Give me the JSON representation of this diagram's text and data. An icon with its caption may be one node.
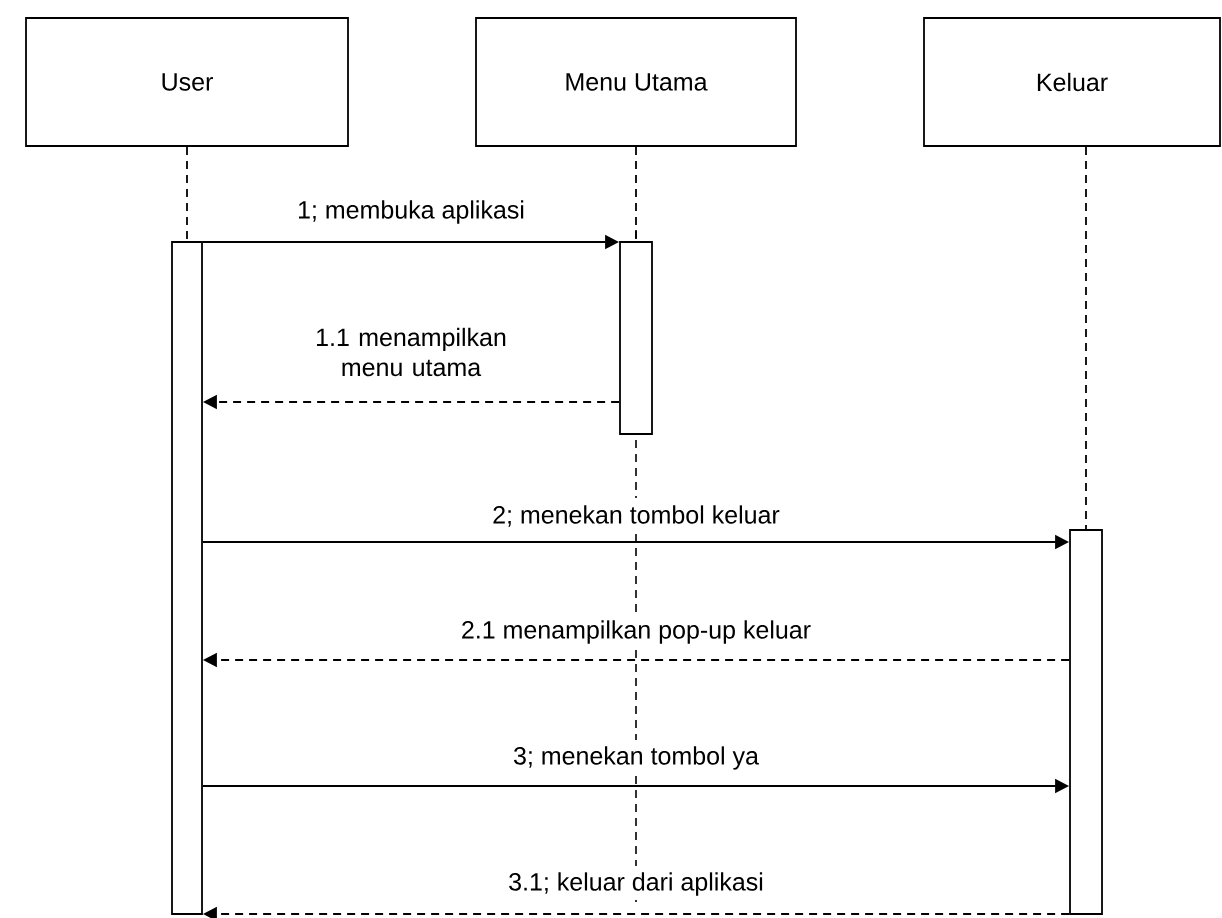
{
  "diagram": {
    "nodes": [
      {
        "text": [
          "User"
        ]
      },
      {
        "text": [
          "Menu Utama"
        ]
      },
      {
        "text": [
          "Keluar"
        ]
      },
      {
        "text": [],
        "shape": "box"
      },
      {
        "text": [],
        "shape": "box"
      },
      {
        "text": [],
        "shape": "box"
      }
    ],
    "edges": [
      {
        "from": 0,
        "to": 3,
        "arrow": "none",
        "style": "dashed"
      },
      {
        "from": 1,
        "to": 4,
        "arrow": "none",
        "style": "dashed"
      },
      {
        "from": 2,
        "to": 5,
        "arrow": "none",
        "style": "dashed"
      },
      {
        "from": 3,
        "to": 4,
        "arrow": "to",
        "label": "1; membuka aplikasi"
      },
      {
        "from": 4,
        "to": 3,
        "arrow": "to",
        "style": "dashed",
        "label": "1.1 menampilkan menu utama"
      },
      {
        "from": 3,
        "to": 5,
        "arrow": "to",
        "label": "2; menekan tombol keluar"
      },
      {
        "from": 5,
        "to": 3,
        "arrow": "to",
        "style": "dashed",
        "label": "2.1 menampilkan pop-up keluar"
      },
      {
        "from": 3,
        "to": 5,
        "arrow": "to",
        "label": "3; menekan tombol ya"
      },
      {
        "from": 5,
        "to": 3,
        "arrow": "to",
        "style": "dashed",
        "label": "3.1; keluar dari aplikasi"
      }
    ]
  }
}
